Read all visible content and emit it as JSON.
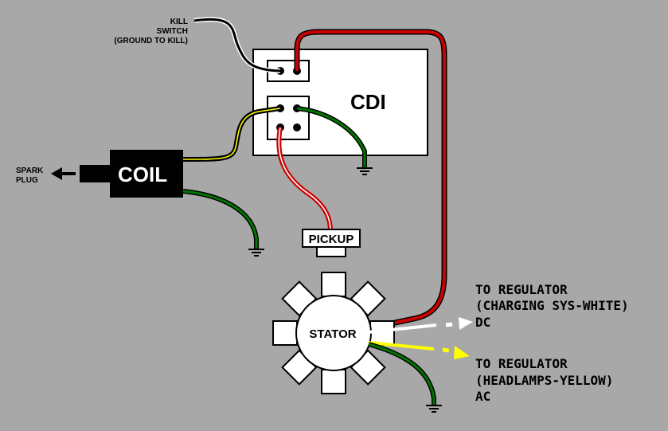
{
  "labels": {
    "kill_switch": [
      "KILL",
      "SWITCH",
      "(GROUND TO KILL)"
    ],
    "cdi": "CDI",
    "coil": "COIL",
    "spark_plug": [
      "SPARK",
      "PLUG"
    ],
    "pickup": "PICKUP",
    "stator": "STATOR",
    "regulator_dc": [
      "TO REGULATOR",
      "(CHARGING SYS-WHITE)",
      "DC"
    ],
    "regulator_ac": [
      "TO REGULATOR",
      "(HEADLAMPS-YELLOW)",
      "AC"
    ]
  },
  "colors": {
    "background": "#a8a8a8",
    "cdi_box": "#ffffff",
    "coil_body": "#000000",
    "red_wire": "#cc0000",
    "green_wire": "#007700",
    "white_wire": "#ffffff",
    "yellow_wire": "#ffff00",
    "black_wire": "#000000"
  }
}
